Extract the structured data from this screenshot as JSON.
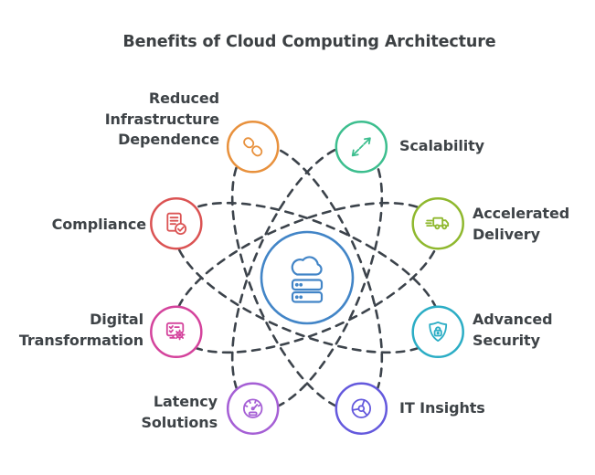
{
  "title": "Benefits of Cloud Computing Architecture",
  "center": {
    "icon": "cloud-server-icon",
    "color": "#4285C7"
  },
  "nodes": [
    {
      "id": "reduced-infrastructure-dependence",
      "label": "Reduced Infrastructure Dependence",
      "label_lines": [
        "Reduced",
        "Infrastructure",
        "Dependence"
      ],
      "icon": "broken-link-icon",
      "color": "#E8913D",
      "side": "top-left"
    },
    {
      "id": "scalability",
      "label": "Scalability",
      "label_lines": [
        "Scalability"
      ],
      "icon": "expand-arrows-icon",
      "color": "#3CBE8E",
      "side": "top-right"
    },
    {
      "id": "compliance",
      "label": "Compliance",
      "label_lines": [
        "Compliance"
      ],
      "icon": "document-check-icon",
      "color": "#DB5353",
      "side": "left"
    },
    {
      "id": "accelerated-delivery",
      "label": "Accelerated Delivery",
      "label_lines": [
        "Accelerated",
        "Delivery"
      ],
      "icon": "delivery-truck-icon",
      "color": "#8FB82E",
      "side": "right"
    },
    {
      "id": "digital-transformation",
      "label": "Digital Transformation",
      "label_lines": [
        "Digital",
        "Transformation"
      ],
      "icon": "monitor-gear-icon",
      "color": "#D4439C",
      "side": "left-lower"
    },
    {
      "id": "advanced-security",
      "label": "Advanced Security",
      "label_lines": [
        "Advanced",
        "Security"
      ],
      "icon": "shield-lock-icon",
      "color": "#2BADC5",
      "side": "right-lower"
    },
    {
      "id": "latency-solutions",
      "label": "Latency Solutions",
      "label_lines": [
        "Latency",
        "Solutions"
      ],
      "icon": "speedometer-icon",
      "color": "#A55FD5",
      "side": "bottom-left"
    },
    {
      "id": "it-insights",
      "label": "IT Insights",
      "label_lines": [
        "IT Insights"
      ],
      "icon": "pie-chart-icon",
      "color": "#6459DD",
      "side": "bottom-right"
    }
  ],
  "styles": {
    "orbit_color": "#3C434B",
    "text_color": "#3E4347",
    "title_color": "#3C4043",
    "background": "#FFFFFF"
  }
}
